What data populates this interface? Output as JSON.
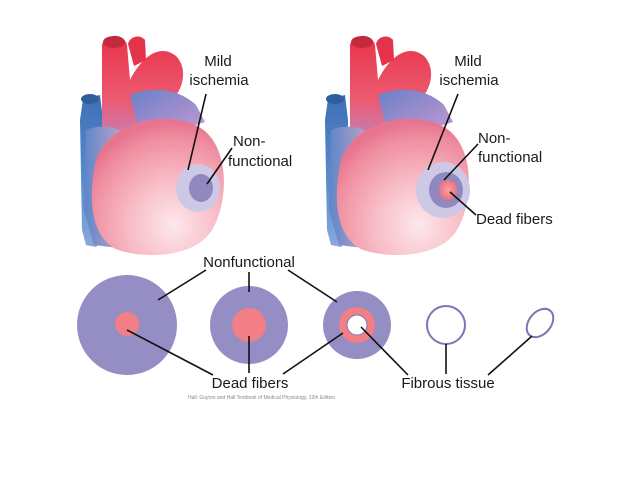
{
  "figure": {
    "background": "#ffffff",
    "colors": {
      "artery_red": "#e8334a",
      "vein_blue": "#4a7fc0",
      "heart_pink": "#f7b3bd",
      "ischemia_lavender": "#c7c3e2",
      "nonfunctional_purple": "#948ec4",
      "dead_fiber_pink": "#f27e86",
      "fibrous_outline": "#7a76b5"
    },
    "heart_left": {
      "labels": {
        "mild": "Mild",
        "ischemia": "ischemia",
        "non": "Non-",
        "functional": "functional"
      }
    },
    "heart_right": {
      "labels": {
        "mild": "Mild",
        "ischemia": "ischemia",
        "non": "Non-",
        "functional": "functional",
        "dead_fibers": "Dead fibers"
      }
    },
    "bottom_row": {
      "nonfunctional_label": "Nonfunctional",
      "dead_fibers_label": "Dead fibers",
      "fibrous_tissue_label": "Fibrous tissue",
      "stages": [
        "infarct-stage-1",
        "infarct-stage-2",
        "infarct-stage-3",
        "infarct-stage-4",
        "infarct-stage-5"
      ]
    },
    "credit": "Hall: Guyton and Hall Textbook of Medical Physiology, 12th Edition"
  }
}
